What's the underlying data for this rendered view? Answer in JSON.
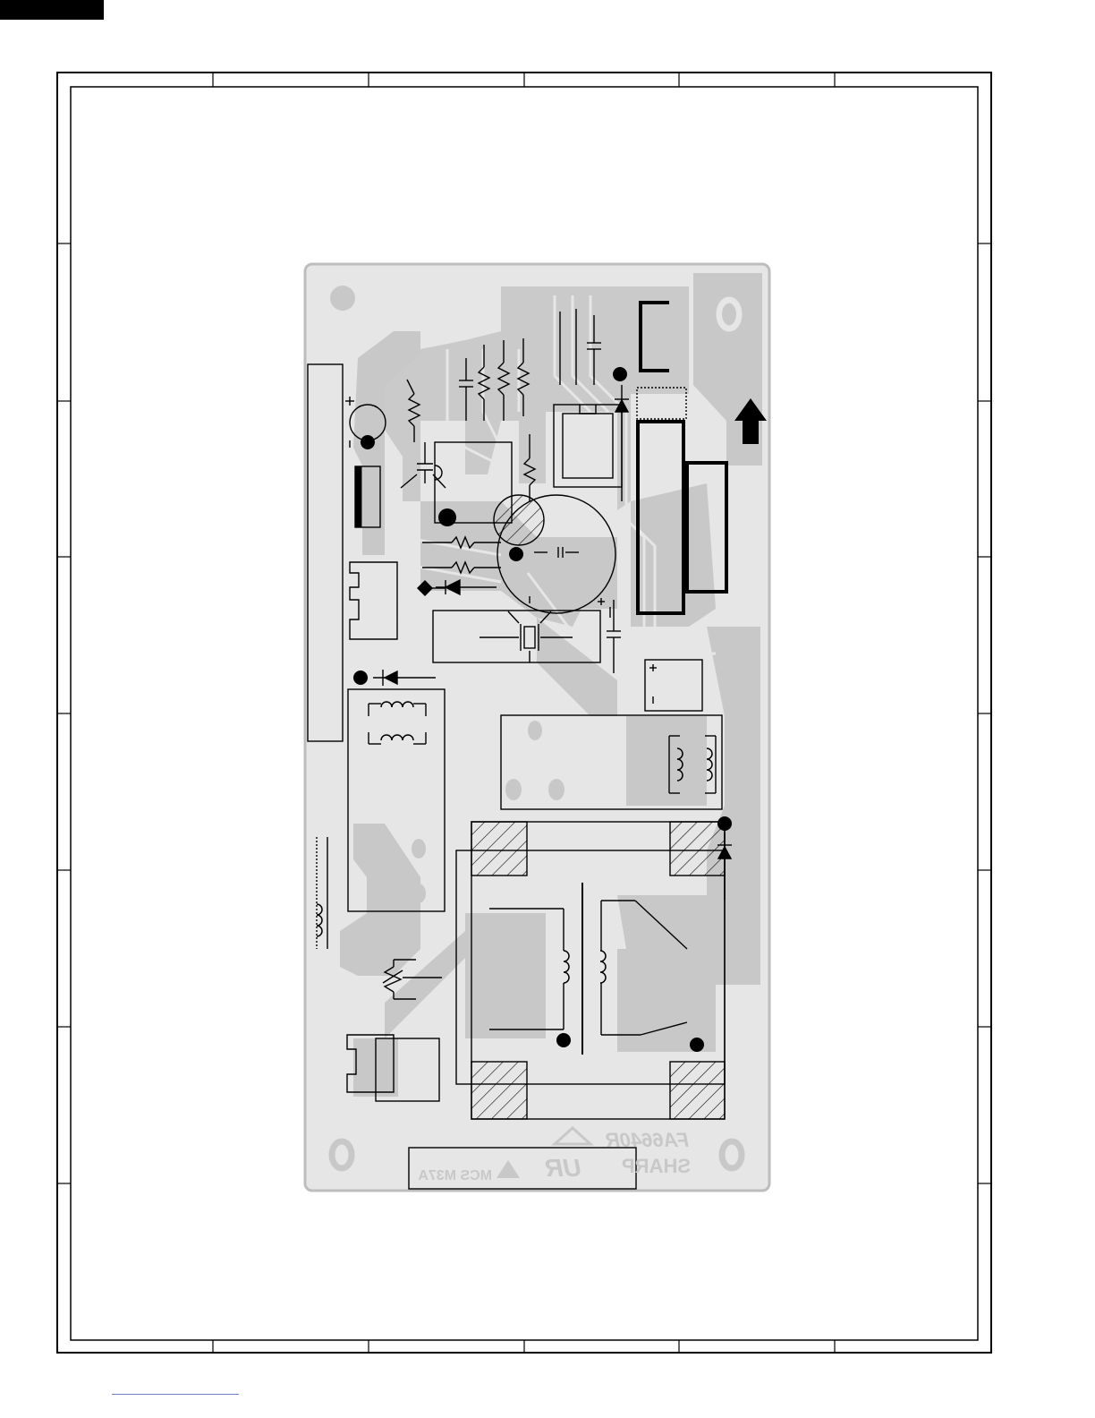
{
  "board": {
    "silk_id": "FA6640R",
    "silk_brand": "SHARP",
    "silk_cert": "UR",
    "silk_code": "MCS M37A"
  },
  "colors": {
    "copper": "#c8c8c8",
    "board": "#e6e6e6",
    "ink": "#000000"
  }
}
